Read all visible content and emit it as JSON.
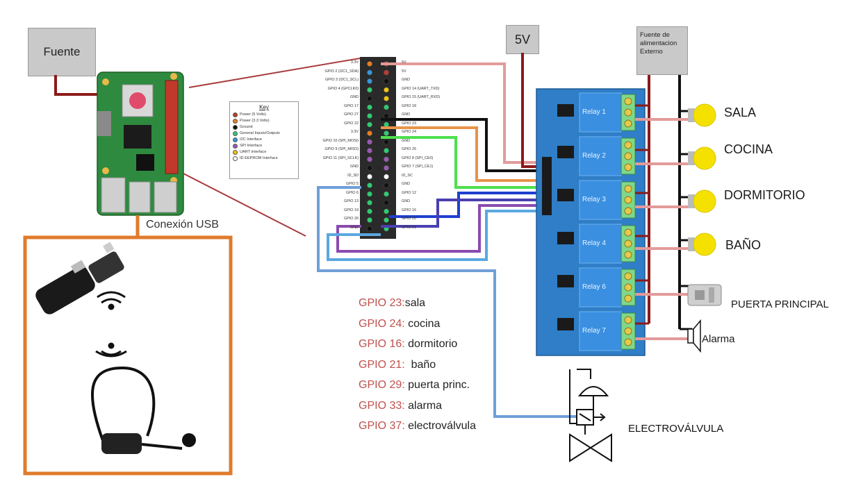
{
  "sources": {
    "fuente": "Fuente",
    "v5": "5V",
    "external": "Fuente de\nalimentacion\nExterno"
  },
  "usb_label": "Conexión USB",
  "key": {
    "title": "Key",
    "items": [
      {
        "label": "Power (5 Volts)",
        "color": "#c0392b"
      },
      {
        "label": "Power (3.3 Volts)",
        "color": "#e67e22"
      },
      {
        "label": "Ground",
        "color": "#111111"
      },
      {
        "label": "General Inputs/Outputs",
        "color": "#2ecc71"
      },
      {
        "label": "I2C Interface",
        "color": "#3498db"
      },
      {
        "label": "SPI Interface",
        "color": "#9b59b6"
      },
      {
        "label": "UART Interface",
        "color": "#f1c40f"
      },
      {
        "label": "ID EEPROM Interface",
        "color": "#ffffff"
      }
    ]
  },
  "header_pins": {
    "left": [
      "3.3V",
      "GPIO 2 (I2C1_SDA)",
      "GPIO 3 (I2C1_SCL)",
      "GPIO 4 (GPCLK0)",
      "GND",
      "GPIO 17",
      "GPIO 27",
      "GPIO 22",
      "3.3V",
      "GPIO 10 (SPI_MOSI)",
      "GPIO 9 (SPI_MISO)",
      "GPIO 11 (SPI_SCLK)",
      "GND",
      "ID_SD",
      "GPIO 5",
      "GPIO 6",
      "GPIO 13",
      "GPIO 19",
      "GPIO 26",
      "GND"
    ],
    "right": [
      "5V",
      "5V",
      "GND",
      "GPIO 14 (UART_TXD)",
      "GPIO 15 (UART_RXD)",
      "GPIO 18",
      "GND",
      "GPIO 23",
      "GPIO 24",
      "GND",
      "GPIO 25",
      "GPIO 8 (SPI_CE0)",
      "GPIO 7 (SPI_CE1)",
      "ID_SC",
      "GND",
      "GPIO 12",
      "GND",
      "GPIO 16",
      "GPIO 20",
      "GPIO 21"
    ]
  },
  "relays": [
    "Relay 1",
    "Relay 2",
    "Relay 3",
    "Relay 4",
    "Relay 6",
    "Relay 7"
  ],
  "loads": {
    "sala": "SALA",
    "cocina": "COCINA",
    "dormitorio": "DORMITORIO",
    "bano": "BAÑO",
    "puerta": "PUERTA PRINCIPAL",
    "alarma": "Alarma",
    "valvula": "ELECTROVÁLVULA"
  },
  "gpio_list": [
    {
      "gpio": "GPIO 23:",
      "desc": "sala"
    },
    {
      "gpio": "GPIO 24:",
      "desc": " cocina"
    },
    {
      "gpio": "GPIO 16:",
      "desc": " dormitorio"
    },
    {
      "gpio": "GPIO 21:",
      "desc": "  baño"
    },
    {
      "gpio": "GPIO 29:",
      "desc": " puerta princ."
    },
    {
      "gpio": "GPIO 33:",
      "desc": " alarma"
    },
    {
      "gpio": "GPIO 37:",
      "desc": " electroválvula"
    }
  ],
  "colors": {
    "relay_board": "#2f7ec7",
    "relay_block": "#3a8fe0",
    "terminal": "#7fd88a",
    "wire_power": "#8b1a1a",
    "usb_frame": "#e07b2c",
    "bulb": "#f5e100"
  }
}
